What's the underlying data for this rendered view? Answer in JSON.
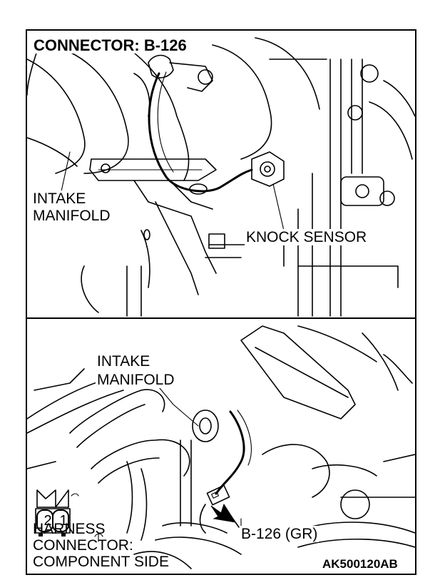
{
  "top_panel": {
    "title": "CONNECTOR: B-126",
    "intake_manifold_line1": "INTAKE",
    "intake_manifold_line2": "MANIFOLD",
    "knock_sensor": "KNOCK SENSOR"
  },
  "bottom_panel": {
    "intake_manifold_line1": "INTAKE",
    "intake_manifold_line2": "MANIFOLD",
    "connector_callout": "B-126 (GR)",
    "harness_line1": "HARNESS",
    "harness_line2": "CONNECTOR:",
    "harness_line3": "COMPONENT SIDE",
    "pin_left": "2",
    "pin_right": "1",
    "figure_code": "AK500120AB"
  }
}
